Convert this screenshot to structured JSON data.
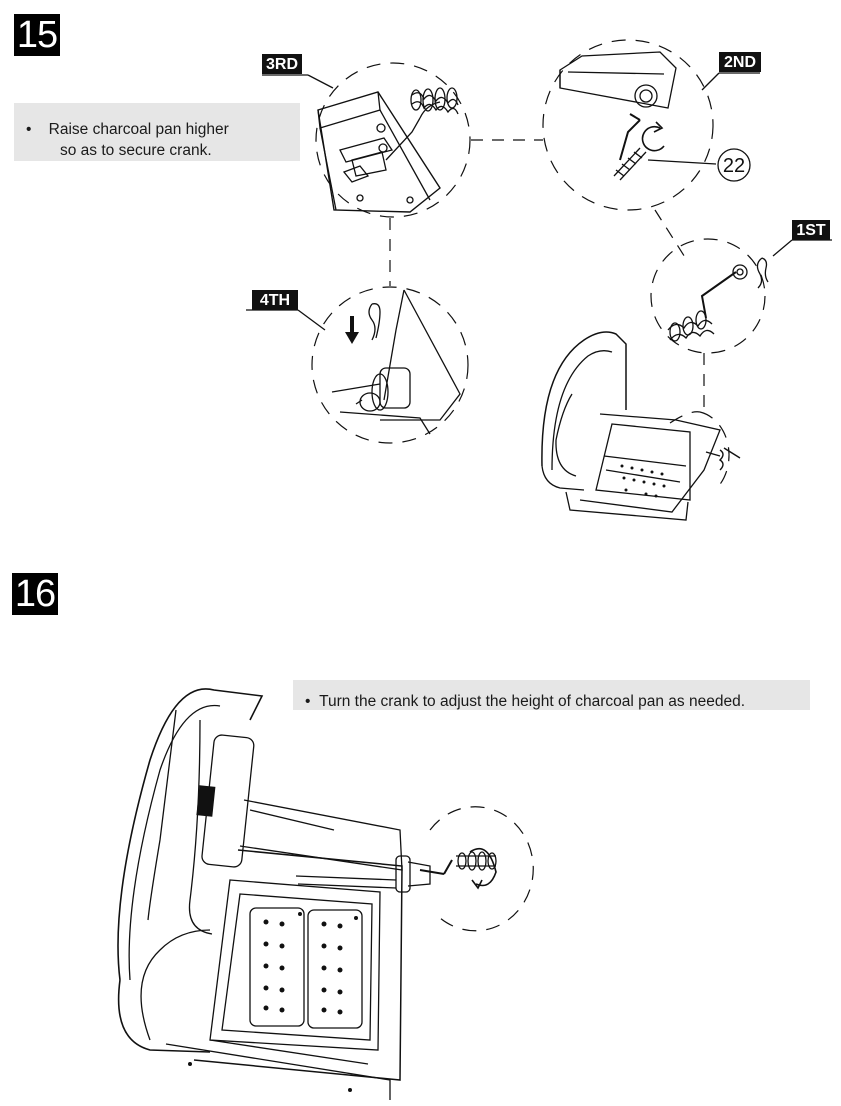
{
  "steps": [
    {
      "number": "15",
      "instruction": {
        "bullet": "•",
        "line1": "Raise charcoal pan higher",
        "line2": "so as to secure crank."
      },
      "order_labels": {
        "first": "1ST",
        "second": "2ND",
        "third": "3RD",
        "fourth": "4TH"
      },
      "part_callout": "22"
    },
    {
      "number": "16",
      "instruction": {
        "bullet": "•",
        "line1": "Turn the crank to adjust the height of charcoal pan as needed."
      }
    }
  ],
  "icons": [
    "rotation-arrow-icon",
    "down-arrow-icon",
    "spring-pin-icon",
    "washer-icon",
    "crank-handle-icon"
  ]
}
